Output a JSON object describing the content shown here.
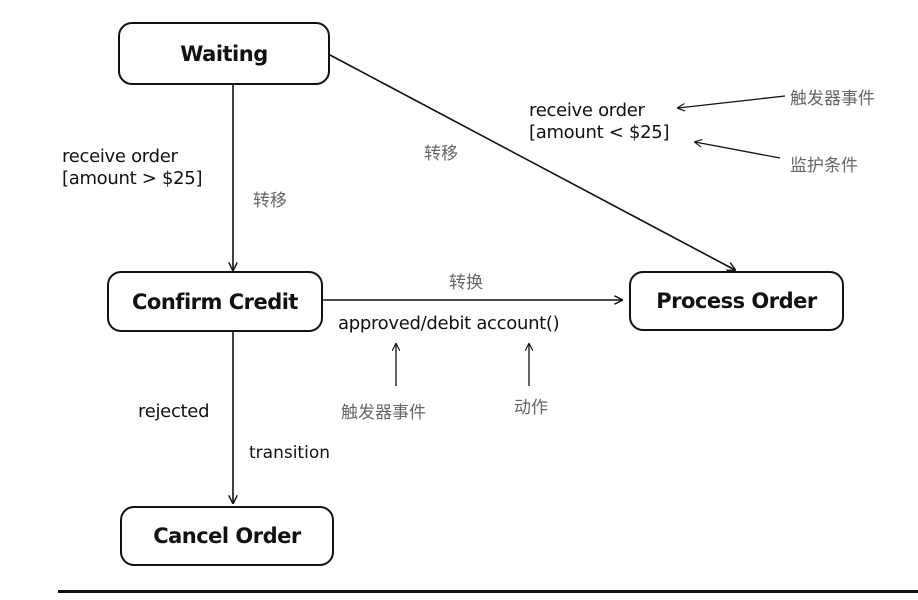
{
  "states": {
    "waiting": "Waiting",
    "confirm_credit": "Confirm Credit",
    "process_order": "Process Order",
    "cancel_order": "Cancel Order"
  },
  "edges": {
    "waiting_to_confirm": {
      "event": "receive order",
      "guard": "[amount > $25]",
      "label_cn": "转移"
    },
    "waiting_to_process": {
      "event": "receive order",
      "guard": "[amount < $25]",
      "label_cn": "转移",
      "note_event": "触发器事件",
      "note_guard": "监护条件"
    },
    "confirm_to_process": {
      "label_cn": "转换",
      "action_text": "approved/debit account()",
      "note_trigger": "触发器事件",
      "note_action": "动作"
    },
    "confirm_to_cancel": {
      "event": "rejected",
      "label_en": "transition"
    }
  }
}
